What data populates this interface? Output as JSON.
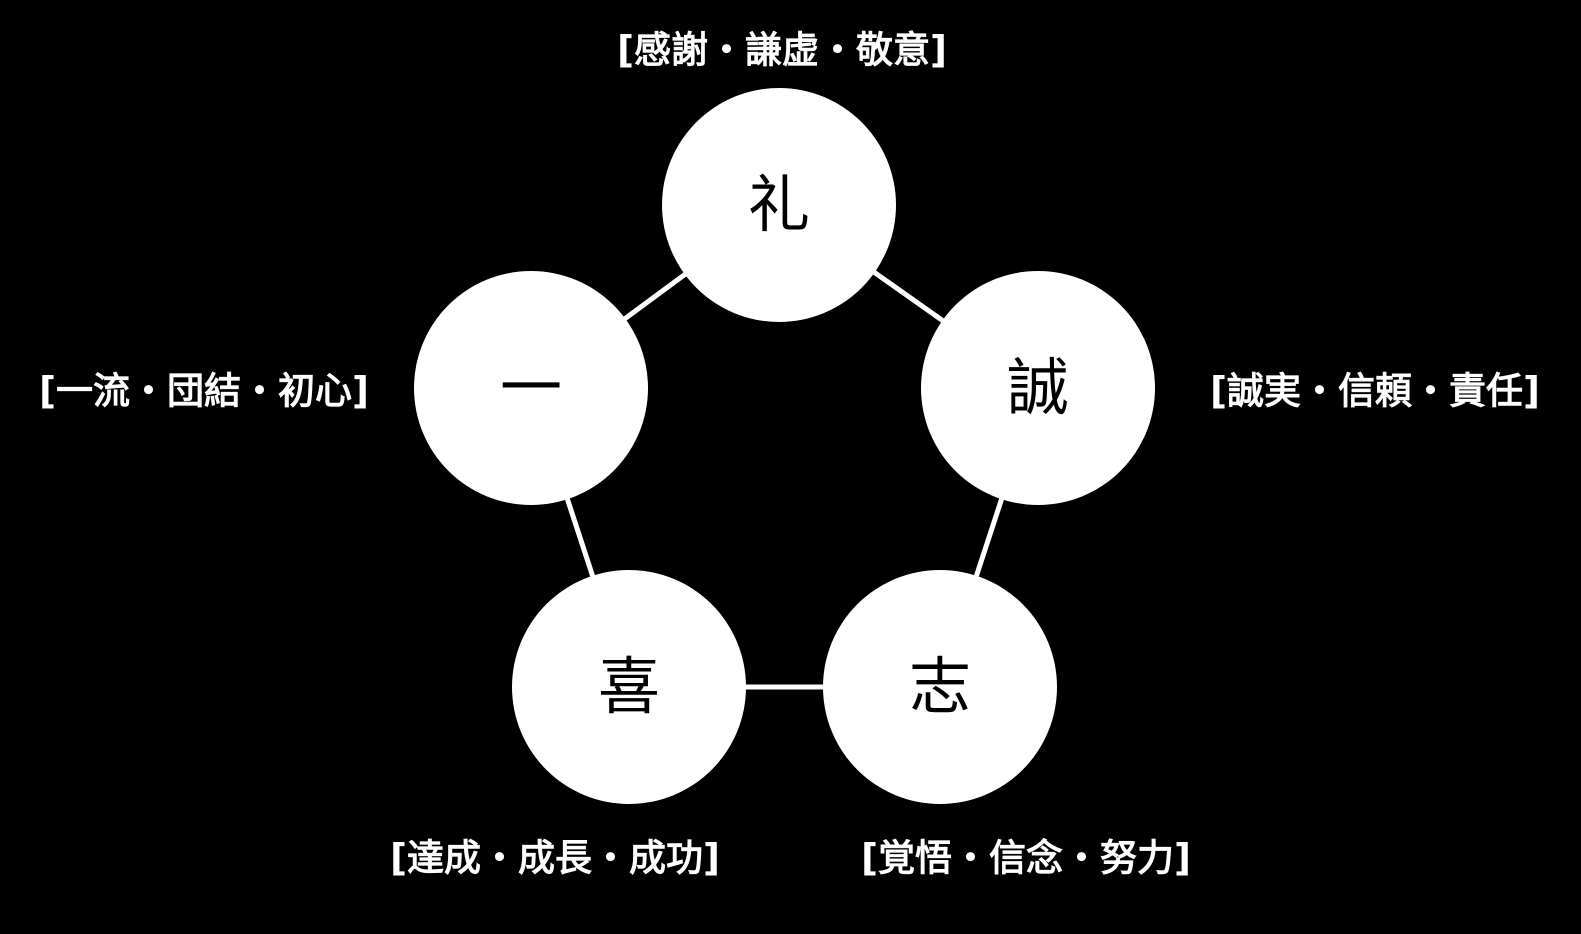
{
  "diagram": {
    "type": "pentagon-values-diagram",
    "colors": {
      "background": "#000000",
      "node_fill": "#ffffff",
      "node_text": "#000000",
      "label_text": "#ffffff",
      "edge_stroke": "#ffffff"
    },
    "nodes": {
      "top": {
        "kanji": "礼",
        "label": "[感謝・謙虚・敬意]"
      },
      "left": {
        "kanji": "一",
        "label": "[一流・団結・初心]"
      },
      "right": {
        "kanji": "誠",
        "label": "[誠実・信頼・責任]"
      },
      "bottom_left": {
        "kanji": "喜",
        "label": "[達成・成長・成功]"
      },
      "bottom_right": {
        "kanji": "志",
        "label": "[覚悟・信念・努力]"
      }
    },
    "edges": [
      "top-left",
      "top-right",
      "left-bottom_left",
      "right-bottom_right",
      "bottom_left-bottom_right"
    ]
  }
}
